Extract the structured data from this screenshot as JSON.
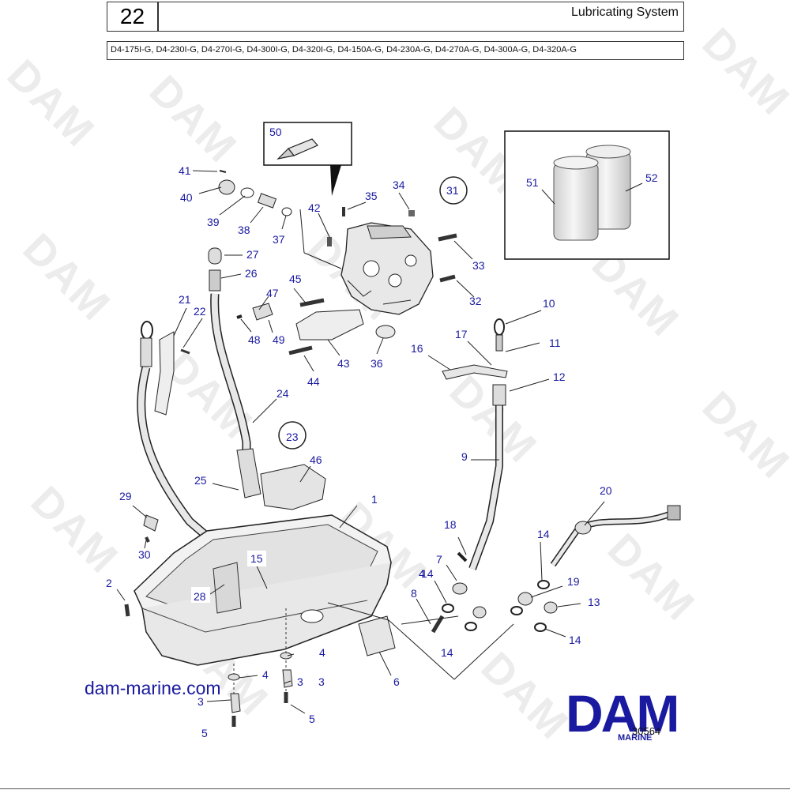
{
  "header": {
    "section_number": "22",
    "title": "Lubricating System",
    "models": "D4-175I-G, D4-230I-G, D4-270I-G, D4-300I-G, D4-320I-G, D4-150A-G, D4-230A-G, D4-270A-G, D4-300A-G, D4-320A-G"
  },
  "watermark_text": "DAM",
  "parts_callouts": [
    "1",
    "2",
    "3",
    "3",
    "3",
    "4",
    "4",
    "4",
    "5",
    "5",
    "6",
    "7",
    "8",
    "9",
    "10",
    "11",
    "12",
    "13",
    "14",
    "14",
    "14",
    "14",
    "15",
    "16",
    "17",
    "18",
    "19",
    "20",
    "21",
    "22",
    "23",
    "24",
    "25",
    "26",
    "27",
    "28",
    "29",
    "30",
    "31",
    "32",
    "33",
    "34",
    "35",
    "36",
    "37",
    "38",
    "39",
    "40",
    "41",
    "42",
    "43",
    "44",
    "45",
    "46",
    "47",
    "48",
    "49",
    "50",
    "51",
    "52"
  ],
  "footer": {
    "website": "dam-marine.com",
    "logo_text": "DAM",
    "logo_sub": "MARINE",
    "drawing_number": "30564"
  }
}
